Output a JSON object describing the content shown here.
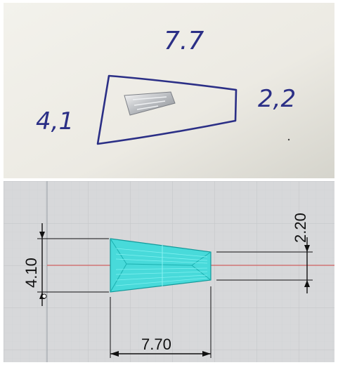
{
  "photo": {
    "labels": {
      "top": "7.7",
      "left": "4,1",
      "right": "2,2"
    },
    "colors": {
      "ink": "#2b2f86",
      "paper": "#f1f0ea"
    }
  },
  "cad_view": {
    "dimensions": {
      "left_height": "4.10",
      "right_height": "2.20",
      "bottom_width": "7.70"
    },
    "colors": {
      "part_fill": "#3fd6d6",
      "part_edge": "#1aa7a7",
      "grid": "#c9cbce",
      "axis": "#d06060",
      "dim_line": "#111111",
      "background": "#d7d8da"
    }
  }
}
